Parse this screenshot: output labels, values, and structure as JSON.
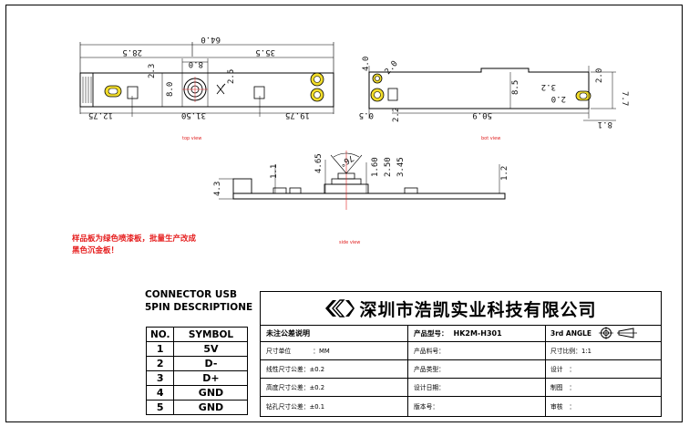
{
  "drawing": {
    "top_view": {
      "caption": "top view",
      "dims": {
        "overall": "64.0",
        "left": "28.5",
        "right": "35.5",
        "center": "8.0",
        "h_23": "2.3",
        "h_80": "8.0",
        "h_25": "2.5",
        "bot_left": "12.75",
        "bot_mid": "31.50",
        "bot_right": "19.75"
      }
    },
    "bot_view": {
      "caption": "bot view",
      "dims": {
        "h_40": "4.0",
        "dia_20": "2.0",
        "h_05": "0.5",
        "h_22": "2.2",
        "len_509": "50.9",
        "h_85": "8.5",
        "w_32": "3.2",
        "dia2_20": "2.0",
        "h_20": "2.0",
        "h_77": "7.7",
        "w_81": "8.1"
      }
    },
    "side_view": {
      "caption": "side view",
      "dims": {
        "h_43": "4.3",
        "h_11": "1.1",
        "h_465": "4.65",
        "angle": "76°",
        "h_160": "1.60",
        "h_250": "2.50",
        "h_345": "3.45",
        "h_12": "1.2"
      }
    },
    "note_line1": "样品板为绿色喷漆板，批量生产改成",
    "note_line2": "黑色沉金板！"
  },
  "connector": {
    "title_line1": "CONNECTOR USB",
    "title_line2": "5PIN DESCRIPTIONE",
    "headers": [
      "NO.",
      "SYMBOL"
    ],
    "pins": [
      {
        "no": "1",
        "symbol": "5V"
      },
      {
        "no": "2",
        "symbol": "D-"
      },
      {
        "no": "3",
        "symbol": "D+"
      },
      {
        "no": "4",
        "symbol": "GND"
      },
      {
        "no": "5",
        "symbol": "GND"
      }
    ]
  },
  "title_block": {
    "company": "深圳市浩凯实业科技有限公司",
    "tolerance_header": "未注公差说明",
    "unit_label": "尺寸单位",
    "unit_value": "：MM",
    "linear_tol": "线性尺寸公差：±0.2",
    "height_tol": "高度尺寸公差：±0.2",
    "drill_tol": "钻孔尺寸公差：±0.1",
    "model_label": "产品型号：",
    "model_value": "HK2M-H301",
    "part_no": "产品料号：",
    "product_type": "产品类型：",
    "design_date": "设计日期：",
    "version": "版本号：",
    "angle": "3rd ANGLE",
    "scale": "尺寸比例：1:1",
    "design": "设计　：",
    "drawing": "制图　：",
    "review": "审核　："
  }
}
